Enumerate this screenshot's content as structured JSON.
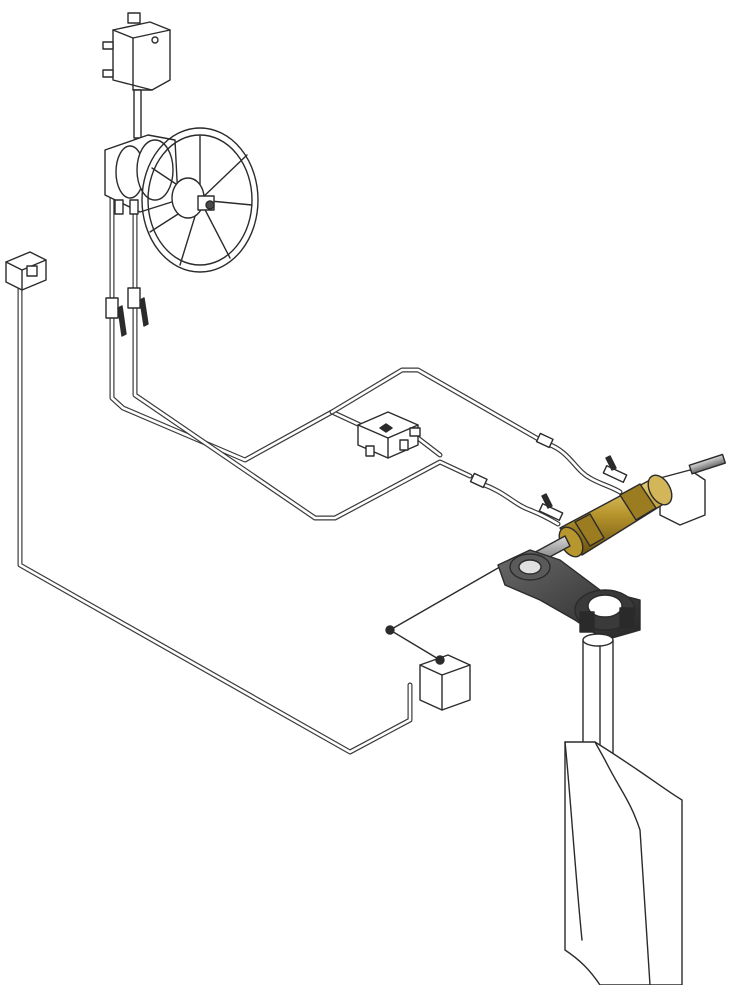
{
  "diagram": {
    "components": [
      {
        "name": "oil-reservoir",
        "icon": "reservoir-icon"
      },
      {
        "name": "helm-pump",
        "icon": "pump-icon"
      },
      {
        "name": "steering-wheel",
        "icon": "wheel-icon"
      },
      {
        "name": "rudder-angle-indicator",
        "icon": "indicator-icon"
      },
      {
        "name": "valve-block",
        "icon": "valve-icon"
      },
      {
        "name": "hydraulic-cylinder",
        "icon": "cylinder-icon"
      },
      {
        "name": "tiller-arm",
        "icon": "tiller-icon"
      },
      {
        "name": "rudder-feedback-unit",
        "icon": "sensor-icon"
      },
      {
        "name": "rudder",
        "icon": "rudder-icon"
      }
    ],
    "colors": {
      "line": "#2b2b2b",
      "brass": "#b8962e",
      "brass_light": "#e6cf78",
      "brass_dark": "#7a5f14",
      "iron": "#4a4a4a",
      "iron_dark": "#2a2a2a",
      "background": "#ffffff"
    }
  }
}
